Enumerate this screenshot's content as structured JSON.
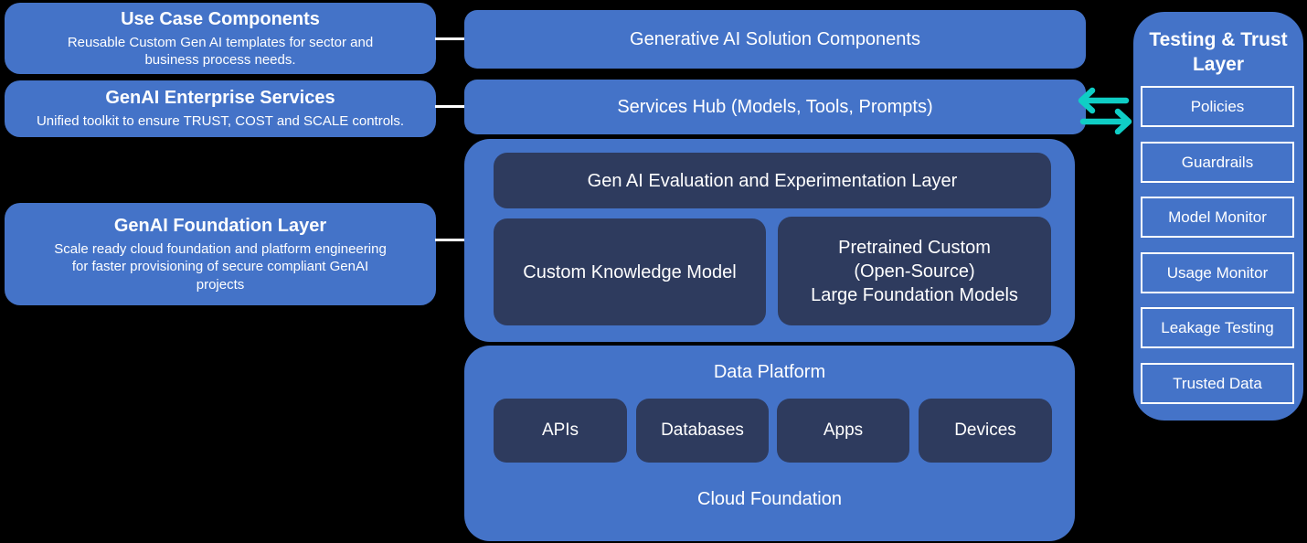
{
  "colors": {
    "blue": "#4473c8",
    "navy": "#2e3b5e",
    "teal": "#0fcec5",
    "white": "#ffffff",
    "bg": "#000000"
  },
  "left_column": [
    {
      "title": "Use Case Components",
      "description": "Reusable Custom Gen AI templates for sector and\nbusiness process needs."
    },
    {
      "title": "GenAI Enterprise Services",
      "description": "Unified toolkit to ensure TRUST, COST and SCALE controls."
    },
    {
      "title": "GenAI Foundation Layer",
      "description": "Scale ready cloud foundation and platform engineering\nfor faster provisioning of secure compliant GenAI\nprojects"
    }
  ],
  "center": {
    "solution_bar": "Generative AI Solution Components",
    "services_bar": "Services Hub (Models, Tools, Prompts)",
    "model_layer": {
      "evaluation": "Gen AI Evaluation and Experimentation Layer",
      "knowledge_model": "Custom Knowledge Model",
      "pretrained": "Pretrained Custom\n(Open-Source)\nLarge Foundation Models"
    },
    "data_platform": {
      "title": "Data Platform",
      "sources": [
        "APIs",
        "Databases",
        "Apps",
        "Devices"
      ],
      "footer": "Cloud Foundation"
    }
  },
  "right_panel": {
    "title": "Testing & Trust\nLayer",
    "items": [
      "Policies",
      "Guardrails",
      "Model Monitor",
      "Usage Monitor",
      "Leakage Testing",
      "Trusted Data"
    ]
  }
}
